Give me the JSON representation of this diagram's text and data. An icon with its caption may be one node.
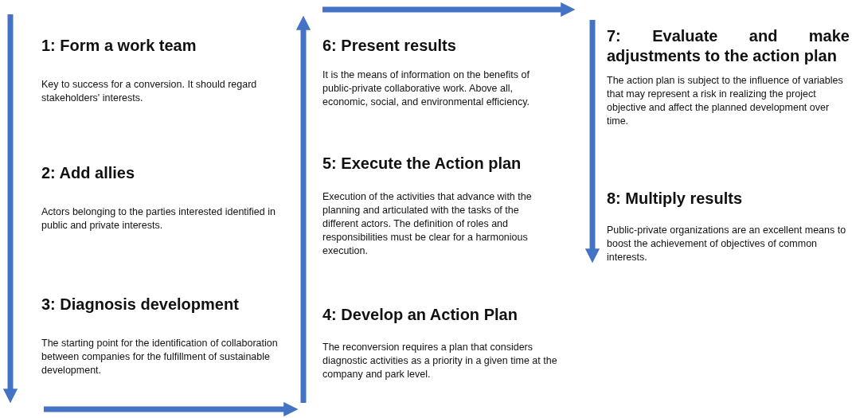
{
  "diagram": {
    "nodes": [
      {
        "text": [
          "1: Form a work team",
          "Key to success for a conversion. It should regard stakeholders' interests."
        ]
      },
      {
        "text": [
          "2: Add allies",
          "Actors belonging to the parties interested identified in public and private interests."
        ]
      },
      {
        "text": [
          "3: Diagnosis development",
          "The starting point for the identification of collaboration between companies for the fulfillment of sustainable development."
        ]
      },
      {
        "text": [
          "6: Present results",
          "It is the means of information on the benefits of public-private collaborative work. Above all, economic, social, and environmental efficiency."
        ]
      },
      {
        "text": [
          "5: Execute the Action plan",
          "Execution of the activities that advance with the planning and articulated with the tasks of the different actors. The definition of roles and responsibilities must be clear for a harmonious execution."
        ]
      },
      {
        "text": [
          "4: Develop an Action Plan",
          "The reconversion requires a plan that considers diagnostic activities as a priority in a given time at the company and park level."
        ]
      },
      {
        "text": [
          "7: Evaluate and make adjustments to the action plan",
          "The action plan is subject to the influence of variables that may represent a risk in realizing the project objective and affect the planned development over time."
        ]
      },
      {
        "text": [
          "8: Multiply results",
          "Public-private organizations are an excellent means to boost the achievement of objectives of common interests."
        ]
      }
    ]
  }
}
